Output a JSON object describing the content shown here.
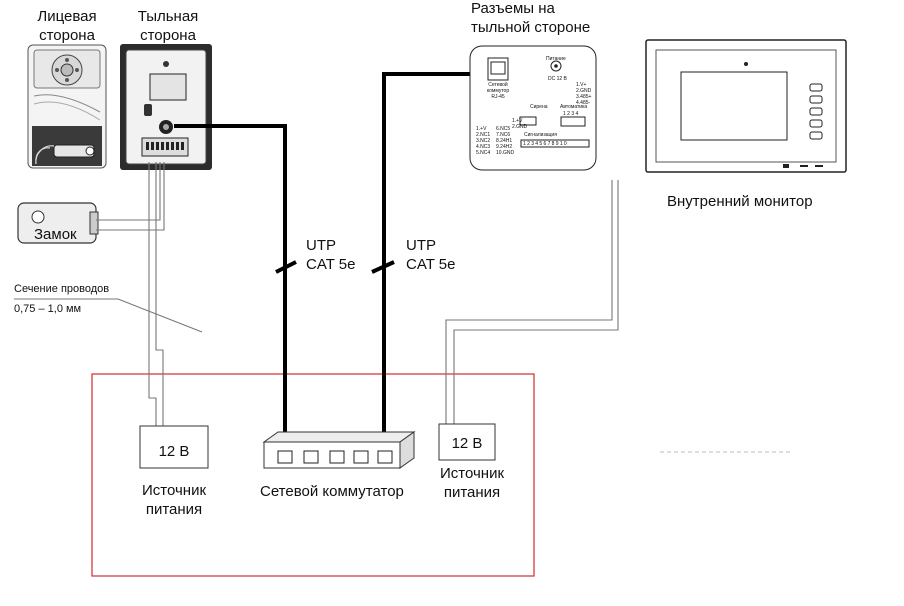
{
  "labels": {
    "front_side": [
      "Лицевая",
      "сторона"
    ],
    "back_side": [
      "Тыльная",
      "сторона"
    ],
    "connectors_title": [
      "Разъемы на",
      "тыльной стороне"
    ],
    "indoor_monitor": "Внутренний монитор",
    "lock": "Замок",
    "wire_section": [
      "Сечение проводов",
      "0,75 – 1,0 мм"
    ],
    "utp_left": [
      "UTP",
      "CAT 5e"
    ],
    "utp_right": [
      "UTP",
      "CAT 5e"
    ],
    "psu_left_voltage": "12 В",
    "psu_left_label": [
      "Источник",
      "питания"
    ],
    "psu_right_voltage": "12 В",
    "psu_right_label": [
      "Источник",
      "питания"
    ],
    "switch_label": "Сетевой коммутатор"
  },
  "panel": {
    "rj45": [
      "Сетевой",
      "коммутор",
      "RJ-45"
    ],
    "power": [
      "Питание",
      "DC 12 В"
    ],
    "power_pins": [
      "1.V+",
      "2.GND",
      "3.485+",
      "4.485-"
    ],
    "siren_title": "Сирена",
    "siren_pins": [
      "1.+V",
      "2.GND"
    ],
    "automation_title": "Автоматика",
    "automation_pins": [
      "1",
      "2",
      "3",
      "4"
    ],
    "nc_col1": [
      "1.+V",
      "2.NC1",
      "3.NC2",
      "4.NC3",
      "5.NC4"
    ],
    "nc_col2": [
      "6.NC5",
      "7.NC6",
      "8.24H1",
      "9.24H2",
      "10.GND"
    ],
    "alarm_title": "Сигнализация",
    "alarm_pins": [
      "1",
      "2",
      "3",
      "4",
      "5",
      "6",
      "7",
      "8",
      "9",
      "10"
    ]
  },
  "colors": {
    "wire": "#777777",
    "utp": "#000000",
    "frame": "#d42a2a",
    "device_dark": "#2c2c2c"
  }
}
